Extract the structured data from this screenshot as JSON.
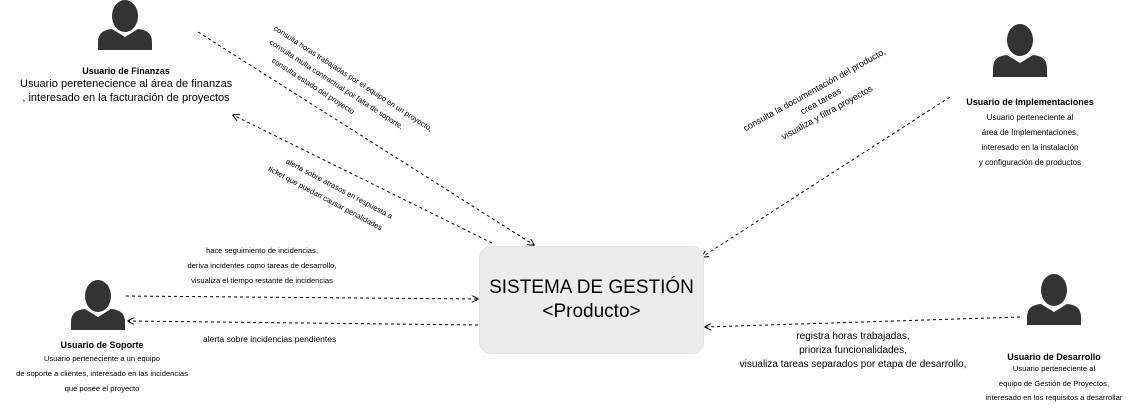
{
  "system": {
    "line1": "SISTEMA DE GESTIÓN",
    "line2": "<Producto>"
  },
  "actors": {
    "finanzas": {
      "title": "Usuario de Finanzas",
      "desc": [
        "Usuario peretenecience al área de finanzas",
        ", interesado en la facturación de proyectos"
      ]
    },
    "implementaciones": {
      "title": "Usuario de Implementaciones",
      "desc": [
        "Usuario perteneciente al",
        "área de Implementaciones,",
        "interesado en la instalación",
        "y configuración de productos"
      ]
    },
    "soporte": {
      "title": "Usuario de Soporte",
      "desc": [
        "Usuario perteneciente a un equipo",
        "de soporte a clientes, interesado en las incidencias",
        "que posee el proyecto"
      ]
    },
    "desarrollo": {
      "title": "Usuario de Desarrollo",
      "desc": [
        "Usuario perteneciente al",
        "equipo de Gestión de Proyectos,",
        "interesado en los requisitos a desarrollar"
      ]
    }
  },
  "labels": {
    "finanzas_to_system": [
      "consulta horas trabajadas por el equipo en un proyecto,",
      "consulta multa contractual por falta de soporte,",
      "consulta estado del proyecto"
    ],
    "system_to_finanzas": [
      "alerta sobre atrasos en respuesta a",
      "ticket que puedan causar penalidades"
    ],
    "impl_to_system": [
      "consulta la documentación del producto,",
      "crea tareas",
      "visualiza y filtra proyectos"
    ],
    "soporte_to_system": [
      "hace seguimiento de incidencias,",
      "deriva incidentes como tareas de desarrollo,",
      "visualiza el tiempo restante de incidencias"
    ],
    "system_to_soporte": "alerta sobre incidencias pendientes",
    "desarrollo_to_system": [
      "registra horas trabajadas,",
      "prioriza funcionalidades,",
      "visualiza tareas separados por etapa de desarrollo,"
    ]
  }
}
